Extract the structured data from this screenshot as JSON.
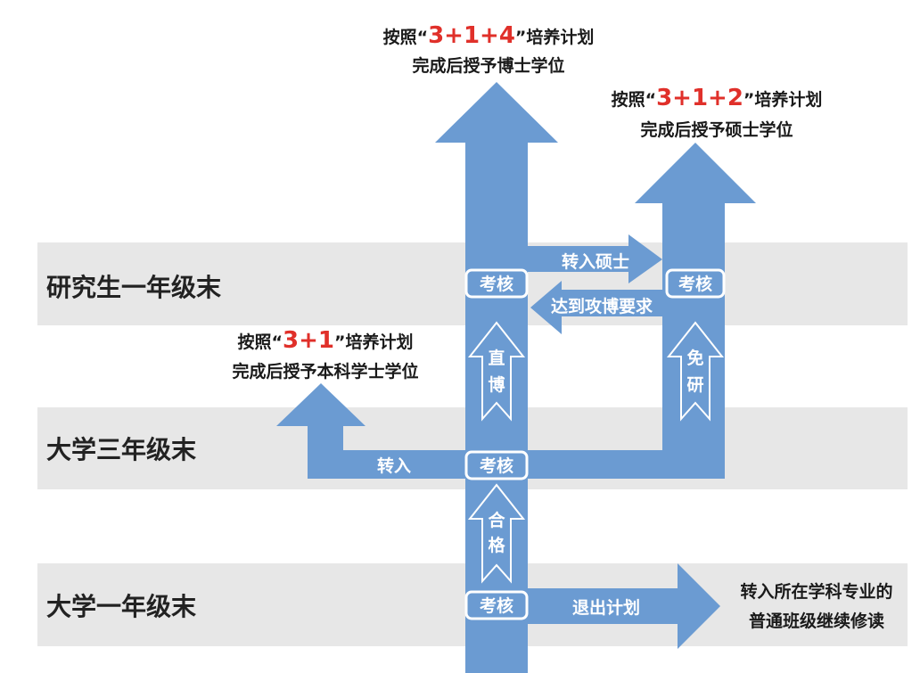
{
  "levels": [
    "研究生一年级末",
    "大学三年级末",
    "大学一年级末"
  ],
  "outcomes": {
    "phd": {
      "prefix": "按照“",
      "plan": "3+1+4",
      "suffix": "”培养计划",
      "line2": "完成后授予博士学位"
    },
    "master": {
      "prefix": "按照“",
      "plan": "3+1+2",
      "suffix": "”培养计划",
      "line2": "完成后授予硕士学位"
    },
    "bachelor": {
      "prefix": "按照“",
      "plan": "3+1",
      "suffix": "”培养计划",
      "line2": "完成后授予本科学士学位"
    }
  },
  "assessment_label": "考核",
  "arrows": {
    "to_master": "转入硕士",
    "to_phd": "达到攻博要求",
    "transfer": "转入",
    "exit": "退出计划",
    "direct_phd": [
      "直",
      "博"
    ],
    "exempt": [
      "免",
      "研"
    ],
    "pass": [
      "合",
      "格"
    ]
  },
  "exit_note": [
    "转入所在学科专业的",
    "普通班级继续修读"
  ],
  "colors": {
    "arrow": "#6b9bd2",
    "band": "#e7e7e7",
    "highlight": "#e0302a"
  }
}
